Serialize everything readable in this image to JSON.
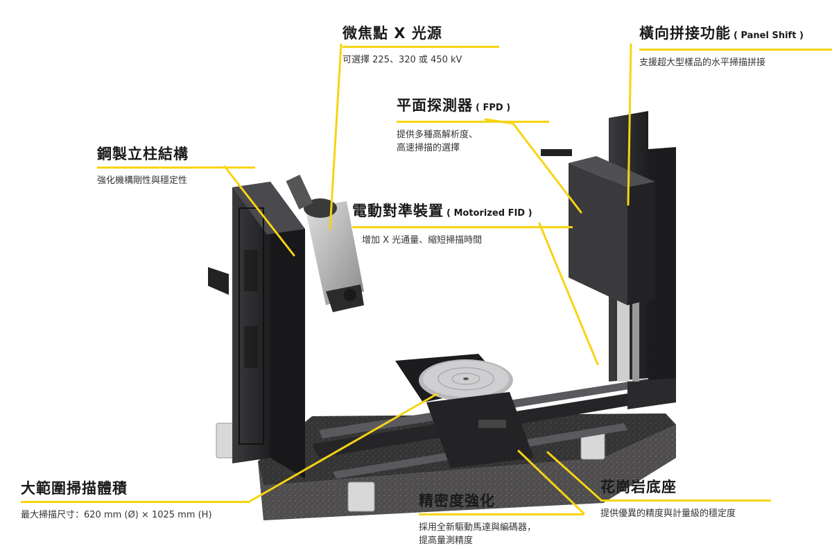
{
  "colors": {
    "accent": "#f7d413",
    "machine_dark": "#2a2a2c",
    "granite": "#3c3a3a"
  },
  "callouts": {
    "source": {
      "title": "微焦點 X 光源",
      "subtitle": "",
      "desc": [
        "可選擇 225、320 或 450 kV"
      ]
    },
    "panel": {
      "title": "橫向拼接功能",
      "subtitle": "( Panel Shift )",
      "desc": [
        "支援超大型樣品的水平掃描拼接"
      ]
    },
    "fpd": {
      "title": "平面探測器",
      "subtitle": "( FPD )",
      "desc": [
        "提供多種高解析度、",
        "高速掃描的選擇"
      ]
    },
    "column": {
      "title": "鋼製立柱結構",
      "subtitle": "",
      "desc": [
        "強化機構剛性與穩定性"
      ]
    },
    "fid": {
      "title": "電動對準裝置",
      "subtitle": "( Motorized FID )",
      "desc": [
        "增加 X 光通量、縮短掃描時間"
      ]
    },
    "volume": {
      "title": "大範圍掃描體積",
      "subtitle": "",
      "desc": [
        "最大掃描尺寸：620 mm (Ø) × 1025 mm (H)"
      ]
    },
    "precision": {
      "title": "精密度強化",
      "subtitle": "",
      "desc": [
        "採用全新驅動馬達與編碼器，",
        "提高量測精度"
      ]
    },
    "granite": {
      "title": "花崗岩底座",
      "subtitle": "",
      "desc": [
        "提供優異的精度與計量級的穩定度"
      ]
    }
  }
}
